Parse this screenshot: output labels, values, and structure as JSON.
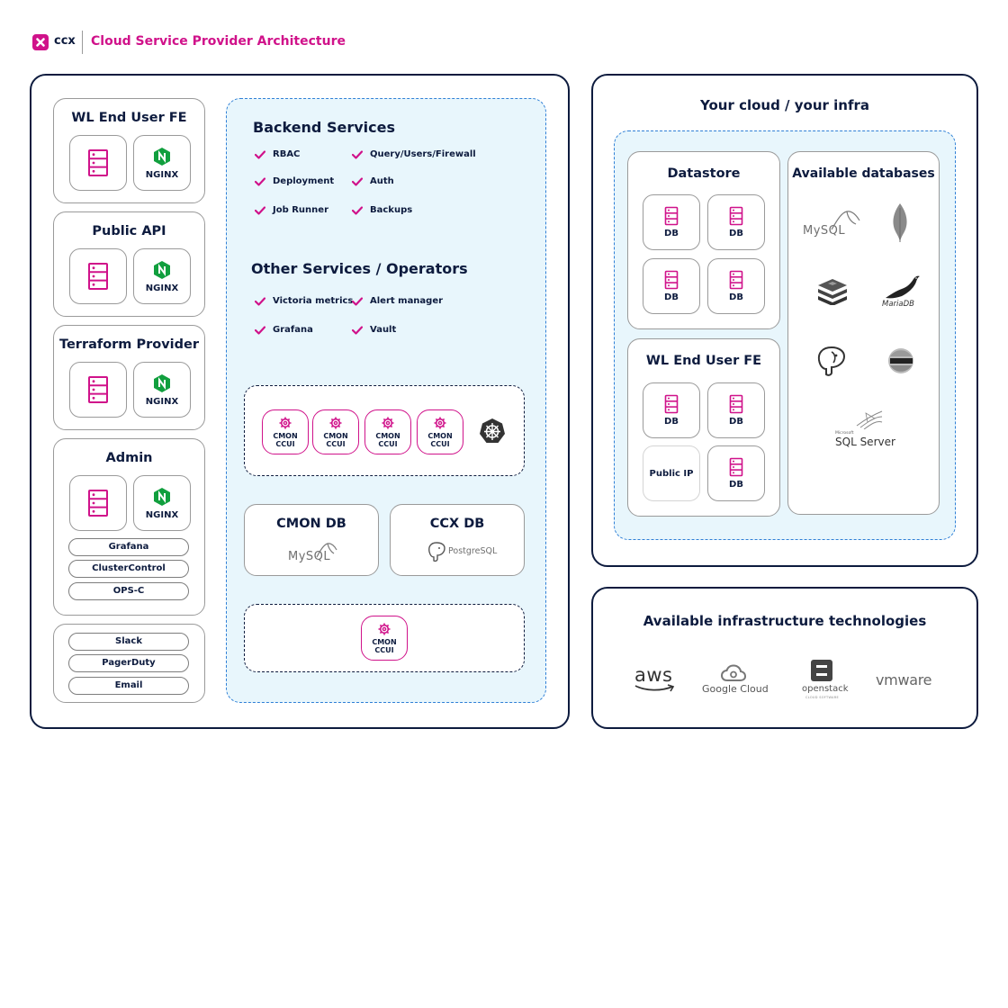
{
  "header": {
    "brand": "ccx",
    "title": "Cloud Service Provider Architecture"
  },
  "left_panel": {
    "wl_end_user_fe": {
      "title": "WL End User FE",
      "nginx": "NGINX"
    },
    "public_api": {
      "title": "Public API",
      "nginx": "NGINX"
    },
    "terraform_provider": {
      "title": "Terraform Provider",
      "nginx": "NGINX"
    },
    "admin": {
      "title": "Admin",
      "nginx": "NGINX",
      "tools": [
        "Grafana",
        "ClusterControl",
        "OPS-C"
      ]
    },
    "notifications": [
      "Slack",
      "PagerDuty",
      "Email"
    ]
  },
  "services": {
    "backend_title": "Backend Services",
    "backend_items": [
      "RBAC",
      "Query/Users/Firewall",
      "Deployment",
      "Auth",
      "Job Runner",
      "Backups"
    ],
    "other_title": "Other Services / Operators",
    "other_items": [
      "Victoria metrics",
      "Alert manager",
      "Grafana",
      "Vault"
    ],
    "ccui_label_line1": "CMON",
    "ccui_label_line2": "CCUI",
    "cmon_db": {
      "title": "CMON DB",
      "logo": "MySQL"
    },
    "ccx_db": {
      "title": "CCX DB",
      "logo": "PostgreSQL"
    }
  },
  "your_cloud": {
    "title": "Your cloud / your infra",
    "datastore": {
      "title": "Datastore",
      "db_label": "DB"
    },
    "wl_fe": {
      "title": "WL End User FE",
      "db_label": "DB",
      "public_ip": "Public IP"
    },
    "available_dbs": {
      "title": "Available databases",
      "mysql": "MySQL",
      "mariadb": "MariaDB",
      "sqlserver": "SQL Server",
      "microsoft": "Microsoft"
    }
  },
  "infra": {
    "title": "Available infrastructure technologies",
    "aws": "aws",
    "google": "Google Cloud",
    "openstack": "openstack",
    "openstack_sub": "CLOUD SOFTWARE",
    "vmware": "vmware"
  },
  "colors": {
    "navy": "#0d1b3e",
    "pink": "#d0128a",
    "blue_dash": "#2f7fd6",
    "light_blue": "#e8f6fc",
    "nginx_green": "#119f3e"
  }
}
